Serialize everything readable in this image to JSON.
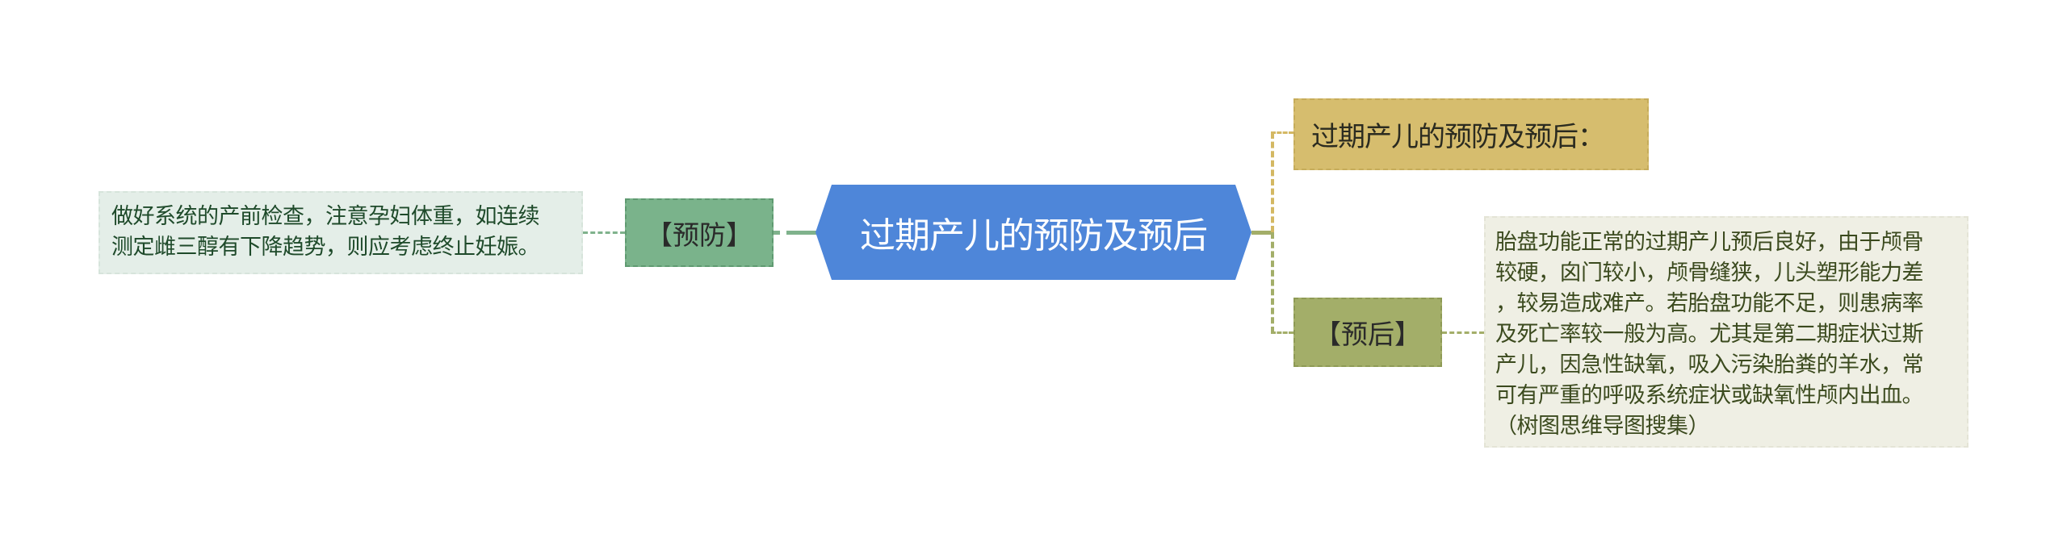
{
  "mindmap": {
    "root": {
      "label": "过期产儿的预防及预后",
      "color": "#4E86D9"
    },
    "left_branch": {
      "label": "【预防】",
      "color": "#7AB38B",
      "detail": {
        "lines": [
          "做好系统的产前检查，注意孕妇体重，如连续",
          "测定雌三醇有下降趋势，则应考虑终止妊娠。"
        ],
        "background": "#E4EEE8"
      }
    },
    "right_branches": [
      {
        "label": "过期产儿的预防及预后：",
        "color": "#D6BD6E"
      },
      {
        "label": "【预后】",
        "color": "#A3AE69",
        "detail": {
          "lines": [
            "胎盘功能正常的过期产儿预后良好，由于颅骨",
            "较硬，囟门较小，颅骨缝狭，儿头塑形能力差",
            "，较易造成难产。若胎盘功能不足，则患病率",
            "及死亡率较一般为高。尤其是第二期症状过斯",
            "产儿，因急性缺氧，吸入污染胎粪的羊水，常",
            "可有严重的呼吸系统症状或缺氧性颅内出血。",
            "（树图思维导图搜集）"
          ],
          "background": "#EFEFE4"
        }
      }
    ]
  }
}
